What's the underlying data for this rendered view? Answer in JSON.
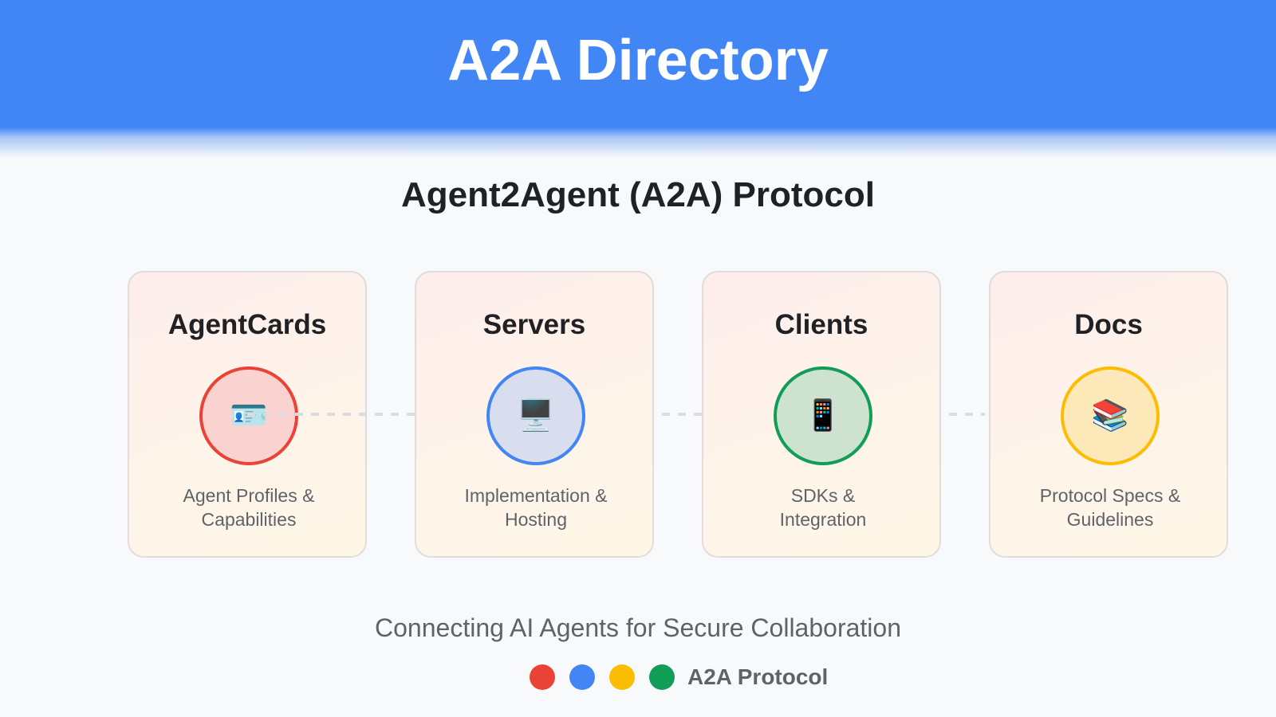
{
  "header": {
    "title": "A2A Directory",
    "background_color": "#4285f4"
  },
  "subtitle": "Agent2Agent (A2A) Protocol",
  "cards": [
    {
      "title": "AgentCards",
      "icon": "id-card-icon",
      "glyph": "🪪",
      "description_line1": "Agent Profiles &",
      "description_line2": "Capabilities",
      "accent": "#ea4335",
      "circle_fill": "#fad2cf"
    },
    {
      "title": "Servers",
      "icon": "desktop-computer-icon",
      "glyph": "🖥️",
      "description_line1": "Implementation &",
      "description_line2": "Hosting",
      "accent": "#4285f4",
      "circle_fill": "#d8deed"
    },
    {
      "title": "Clients",
      "icon": "mobile-phone-icon",
      "glyph": "📱",
      "description_line1": "SDKs &",
      "description_line2": "Integration",
      "accent": "#0f9d58",
      "circle_fill": "#cee3cf"
    },
    {
      "title": "Docs",
      "icon": "books-icon",
      "glyph": "📚",
      "description_line1": "Protocol Specs &",
      "description_line2": "Guidelines",
      "accent": "#fbbc04",
      "circle_fill": "#fde8b9"
    }
  ],
  "footer": {
    "tagline": "Connecting AI Agents for Secure Collaboration",
    "dots": [
      "#ea4335",
      "#4285f4",
      "#fbbc04",
      "#0f9d58"
    ],
    "label": "A2A Protocol"
  }
}
